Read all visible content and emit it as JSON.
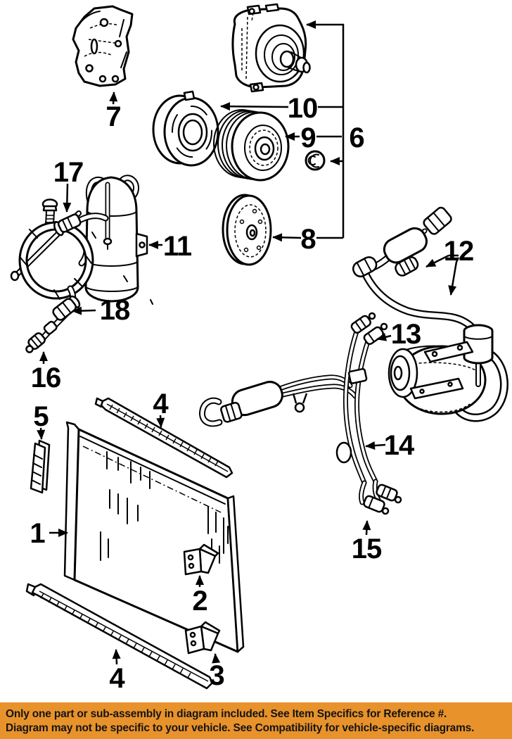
{
  "diagram": {
    "background_color": "#FFFFFF",
    "line_color": "#000000",
    "callouts": [
      {
        "number": "1"
      },
      {
        "number": "2"
      },
      {
        "number": "3"
      },
      {
        "number": "4"
      },
      {
        "number": "5"
      },
      {
        "number": "6"
      },
      {
        "number": "7"
      },
      {
        "number": "8"
      },
      {
        "number": "9"
      },
      {
        "number": "10"
      },
      {
        "number": "11"
      },
      {
        "number": "12"
      },
      {
        "number": "13"
      },
      {
        "number": "14"
      },
      {
        "number": "15"
      },
      {
        "number": "16"
      },
      {
        "number": "17"
      },
      {
        "number": "18"
      }
    ]
  },
  "banner": {
    "bg_color": "#E8922B",
    "text_color": "#141414",
    "line1": "Only one part or sub-assembly in diagram included. See Item Specifics for Reference #.",
    "line2": "Diagram may not be specific to your vehicle. See Compatibility for vehicle-specific diagrams."
  }
}
